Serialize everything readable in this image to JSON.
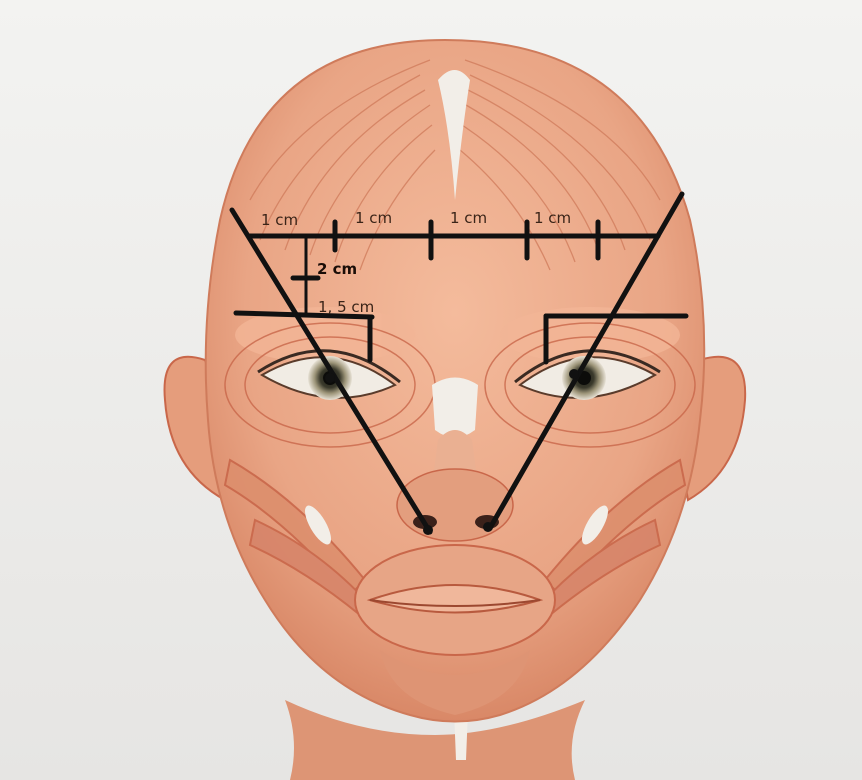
{
  "figure": {
    "subject": "anterior facial muscle anatomy",
    "measurements": {
      "segment_1": "1 cm",
      "segment_2": "1 cm",
      "segment_3": "1 cm",
      "segment_4": "1 cm",
      "vertical": "2 cm",
      "horizontal": "1, 5 cm"
    },
    "colors": {
      "background": "#ececea",
      "muscle": "#e9a585",
      "muscle_dark": "#c9674a",
      "muscle_light": "#f6c5aa",
      "tendon": "#f2eee8",
      "line": "#111111"
    }
  }
}
